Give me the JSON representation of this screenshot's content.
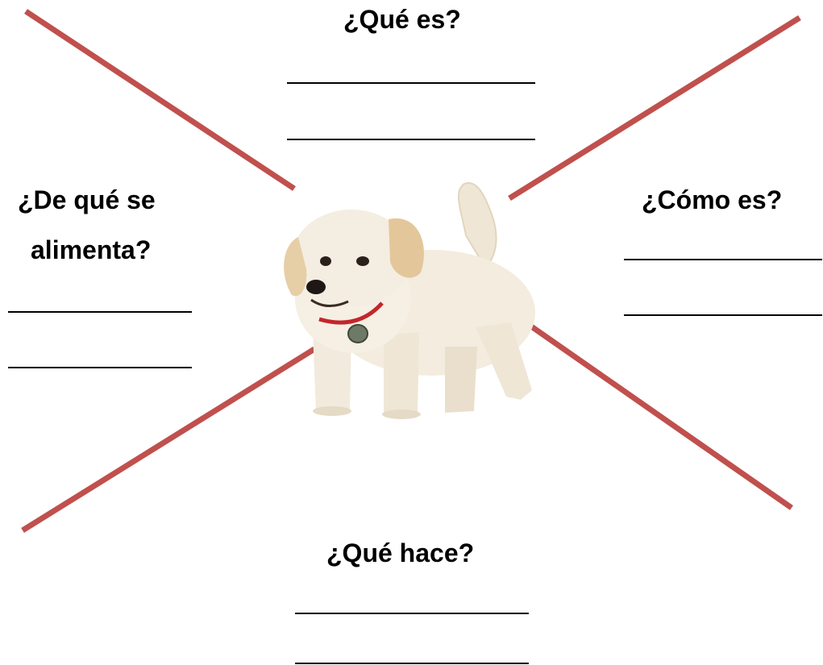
{
  "prompts": {
    "top": "¿Qué es?",
    "right": "¿Cómo es?",
    "left_line1": "¿De qué se",
    "left_line2": "alimenta?",
    "bottom": "¿Qué hace?"
  },
  "image": {
    "subject": "puppy"
  },
  "colors": {
    "ray": "#c0504d",
    "text": "#000000"
  }
}
